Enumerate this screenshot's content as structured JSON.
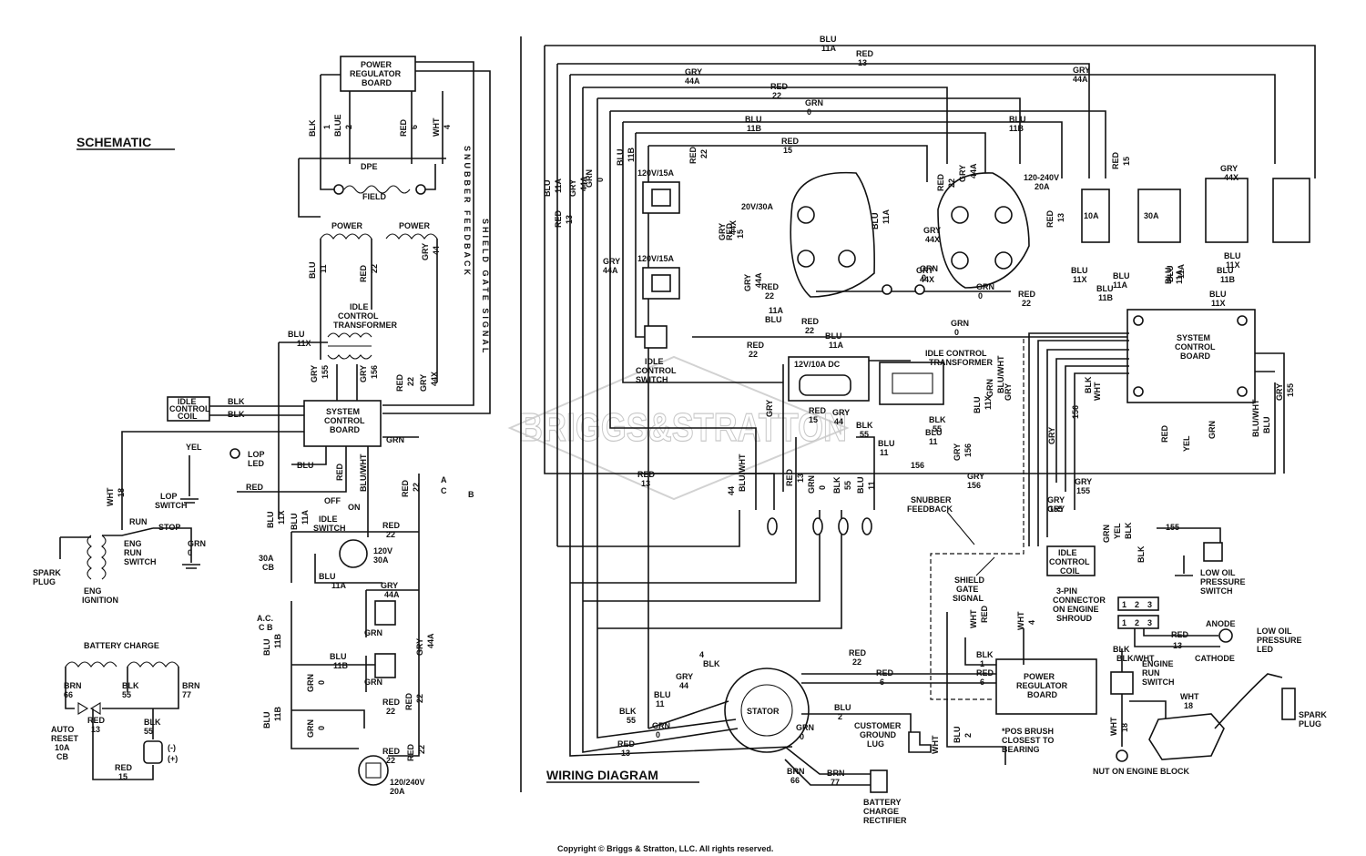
{
  "headings": {
    "schematic": "SCHEMATIC",
    "wiring": "WIRING DIAGRAM"
  },
  "watermark": "BRIGGS&STRATTON",
  "copyright": "Copyright © Briggs & Stratton, LLC. All rights reserved.",
  "schematic": {
    "power_regulator": [
      "POWER",
      "REGULATOR",
      "BOARD"
    ],
    "dpe": "DPE",
    "field": "FIELD",
    "power_left": "POWER",
    "power_right": "POWER",
    "idle_transformer": [
      "IDLE",
      "CONTROL",
      "TRANSFORMER"
    ],
    "system_control": [
      "SYSTEM",
      "CONTROL",
      "BOARD"
    ],
    "idle_coil": [
      "IDLE",
      "CONTROL",
      "COIL"
    ],
    "lop_led": [
      "LOP",
      "LED"
    ],
    "lop_switch": [
      "LOP",
      "SWITCH"
    ],
    "spark_plug": [
      "SPARK",
      "PLUG"
    ],
    "eng_ignition": [
      "ENG",
      "IGNITION"
    ],
    "run": "RUN",
    "stop": "STOP",
    "eng_run_switch": [
      "ENG",
      "RUN",
      "SWITCH"
    ],
    "off": "OFF",
    "on": "ON",
    "idle_switch": [
      "IDLE",
      "SWITCH"
    ],
    "cb30": [
      "30A",
      "CB"
    ],
    "rec120": [
      "120V",
      "30A"
    ],
    "acb": [
      "A.C.",
      "C B"
    ],
    "battery_charge": "BATTERY CHARGE",
    "brn66": [
      "BRN",
      "66"
    ],
    "brn77": [
      "BRN",
      "77"
    ],
    "blk55a": [
      "BLK",
      "55"
    ],
    "blk55b": [
      "BLK",
      "55"
    ],
    "auto_reset": [
      "AUTO",
      "RESET",
      "10A",
      "CB"
    ],
    "red13": [
      "RED",
      "13"
    ],
    "red15": [
      "RED",
      "15"
    ],
    "battery_polarity": [
      "(-)",
      "(+)"
    ],
    "rec240": [
      "120/240V",
      "20A"
    ],
    "snubber_vertical": "SNUBBER FEEDBACK",
    "shield_vertical": "SHIELD GATE SIGNAL",
    "wire_labels": [
      "BLK",
      "1",
      "BLUE",
      "2",
      "RED",
      "6",
      "WHT",
      "4",
      "BLU",
      "11",
      "RED",
      "22",
      "GRY",
      "44",
      "BLU",
      "11X",
      "GRY",
      "155",
      "GRY",
      "156",
      "BLK",
      "BLK",
      "YEL",
      "BLU",
      "RED",
      "RED",
      "BLU/WHT",
      "GRN",
      "WHT",
      "18",
      "GRN",
      "0",
      "BLU",
      "11X",
      "BLU",
      "11A",
      "RED",
      "22",
      "BLU",
      "11A",
      "GRY",
      "44A",
      "GRN",
      "GRN",
      "BLU",
      "11B",
      "BLU",
      "11B",
      "GRN",
      "0",
      "RED",
      "22",
      "RED",
      "22",
      "BLU",
      "11B",
      "GRN",
      "0",
      "RED",
      "22",
      "RED",
      "22",
      "GRY",
      "44A",
      "RED",
      "22",
      "GRY",
      "44X",
      "RED",
      "22",
      "A",
      "C",
      "B"
    ]
  },
  "wiring": {
    "top_labels": [
      "BLU",
      "11A",
      "RED",
      "13",
      "GRY",
      "44A",
      "RED",
      "22",
      "GRY",
      "44A",
      "GRN",
      "0",
      "BLU",
      "11B",
      "BLU",
      "11B",
      "RED",
      "15"
    ],
    "rec_120_15_top": "120V/15A",
    "rec_120_15_bot": "120V/15A",
    "rec_20_30": "20V/30A",
    "rec_120_240": [
      "120-240V",
      "20A"
    ],
    "cb_labels": [
      "10A",
      "30A"
    ],
    "idle_switch": [
      "IDLE",
      "CONTROL",
      "SWITCH"
    ],
    "dc_out": "12V/10A DC",
    "idle_transformer": [
      "IDLE CONTROL",
      "TRANSFORMER"
    ],
    "system_control": [
      "SYSTEM",
      "CONTROL",
      "BOARD"
    ],
    "snubber": [
      "SNUBBER",
      "FEEDBACK"
    ],
    "shield": [
      "SHIELD",
      "GATE",
      "SIGNAL"
    ],
    "idle_coil": [
      "IDLE",
      "CONTROL",
      "COIL"
    ],
    "low_oil_switch": [
      "LOW OIL",
      "PRESSURE",
      "SWITCH"
    ],
    "connector": [
      "3-PIN",
      "CONNECTOR",
      "ON ENGINE",
      "SHROUD"
    ],
    "anode": "ANODE",
    "cathode": "CATHODE",
    "low_oil_led": [
      "LOW OIL",
      "PRESSURE",
      "LED"
    ],
    "engine_run_switch": [
      "ENGINE",
      "RUN",
      "SWITCH"
    ],
    "power_regulator": [
      "POWER",
      "REGULATOR",
      "BOARD"
    ],
    "pos_brush": [
      "*POS BRUSH",
      "CLOSEST TO",
      "BEARING"
    ],
    "customer_ground": [
      "CUSTOMER",
      "GROUND",
      "LUG"
    ],
    "stator": "STATOR",
    "battery_rectifier": [
      "BATTERY",
      "CHARGE",
      "RECTIFIER"
    ],
    "spark_plug": [
      "SPARK",
      "PLUG"
    ],
    "nut": "NUT ON ENGINE BLOCK",
    "pin_numbers": [
      "1",
      "2",
      "3",
      "1",
      "2",
      "3"
    ],
    "wire_labels": [
      "GRY",
      "44A",
      "RED",
      "13",
      "BLU",
      "11A",
      "GRN",
      "0",
      "GRY",
      "44A",
      "BLU",
      "11B",
      "RED",
      "22",
      "GRY",
      "44A",
      "RED",
      "15",
      "RED",
      "22",
      "BLU",
      "11A",
      "RED",
      "22",
      "GRN",
      "0",
      "RED",
      "22",
      "GRY",
      "44A",
      "GRY",
      "44X",
      "GRN",
      "0",
      "GRY",
      "44X",
      "RED",
      "22",
      "BLU",
      "11A",
      "BLU",
      "11A",
      "BLU",
      "11X",
      "BLU",
      "11B",
      "BLU",
      "11A",
      "GRN",
      "0",
      "BLU",
      "11X",
      "GRY",
      "44X",
      "BLU",
      "11A",
      "BLU",
      "11X",
      "GRY",
      "44X",
      "RED",
      "15",
      "RED",
      "13",
      "BLU",
      "11B",
      "BLU",
      "11A",
      "RED",
      "22",
      "RED",
      "15",
      "BLK",
      "55",
      "BLU",
      "11",
      "GRY",
      "44",
      "BLU/WHT",
      "RED",
      "13",
      "RED",
      "13",
      "GRN",
      "0",
      "BLK",
      "55",
      "BLU",
      "11",
      "GRY",
      "44",
      "BLK",
      "55",
      "BLU",
      "11",
      "BLU",
      "11X",
      "GRY",
      "156",
      "GRY",
      "155",
      "GRY",
      "155",
      "GRY",
      "156",
      "BLK",
      "WHT",
      "RED",
      "YEL",
      "GRN",
      "BLU/WHT",
      "BLU",
      "GRY",
      "155",
      "GRY",
      "156",
      "GRN",
      "BLU/WHT",
      "GRY",
      "156",
      "GRY",
      "155",
      "GRN",
      "YEL",
      "BLK",
      "BLK",
      "WHT",
      "RED",
      "WHT",
      "4",
      "BLK",
      "1",
      "RED",
      "6",
      "BLU",
      "2",
      "WHT",
      "4",
      "BLK",
      "GRY",
      "44",
      "BLU",
      "11",
      "BLK",
      "55",
      "GRN",
      "0",
      "RED",
      "13",
      "RED",
      "22",
      "RED",
      "6",
      "BLU",
      "2",
      "GRN",
      "0",
      "BRN",
      "66",
      "BRN",
      "77",
      "RED",
      "13",
      "BLK",
      "BLK/WHT",
      "WHT",
      "18",
      "WHT",
      "18",
      "GRN",
      "0"
    ]
  }
}
